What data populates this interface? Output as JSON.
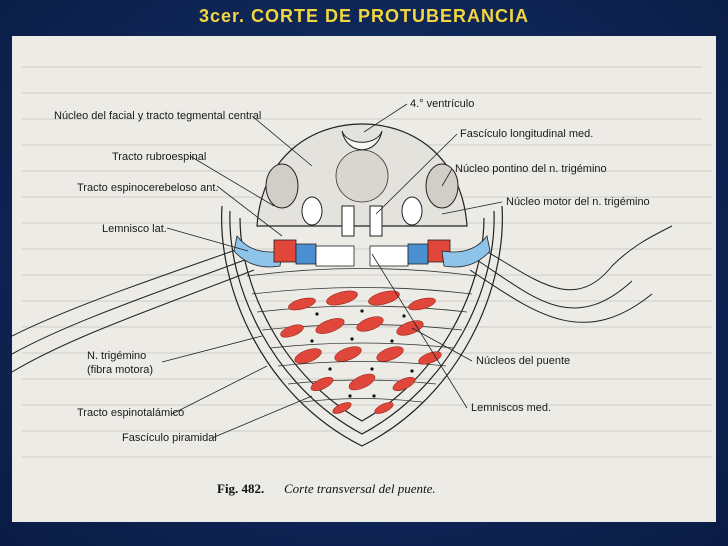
{
  "slide": {
    "title": "3cer. CORTE DE PROTUBERANCIA"
  },
  "figure": {
    "caption_number": "Fig. 482.",
    "caption_text": "Corte transversal del puente.",
    "labels_left": [
      "Núcleo del facial y tracto tegmental central",
      "Tracto rubroespinal",
      "Tracto espinocerebeloso ant.",
      "Lemnisco lat.",
      "N. trigémino",
      "(fibra motora)",
      "Tracto espinotalámico",
      "Fascículo piramidal"
    ],
    "labels_right": [
      "4.° ventrículo",
      "Fascículo longitudinal med.",
      "Núcleo pontino del n. trigémino",
      "Núcleo motor del n. trigémino",
      "Núcleos del puente",
      "Lemniscos med."
    ]
  },
  "colors": {
    "title": "#f2d640",
    "pyramidal": "#e0463a",
    "lemniscus": "#4a90d0",
    "background": "#0f2657"
  }
}
